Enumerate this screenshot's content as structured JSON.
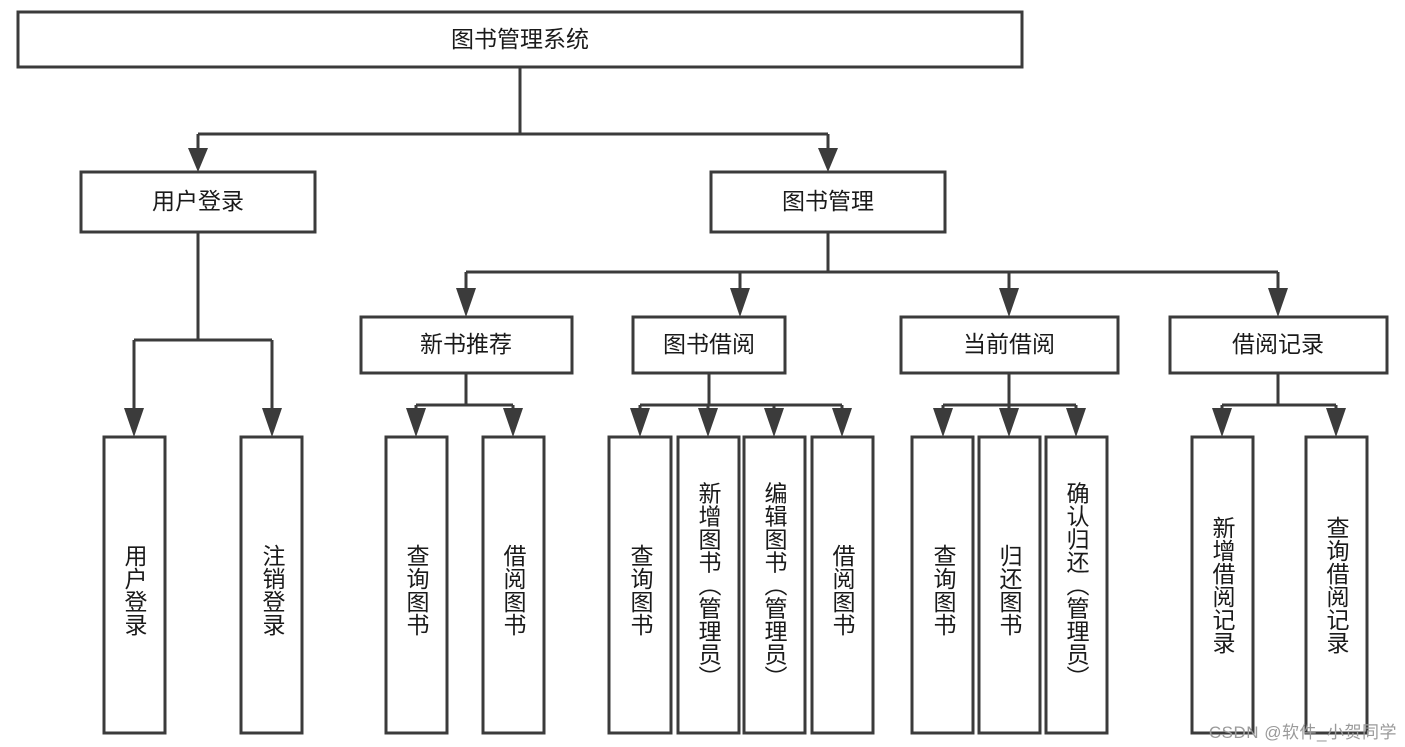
{
  "diagram": {
    "title": "图书管理系统",
    "type": "tree-hierarchy-diagram",
    "watermark": "CSDN @软件_小贺同学",
    "colors": {
      "stroke": "#3b3b3b",
      "fill": "#ffffff",
      "text": "#1a1a1a",
      "watermark": "#9a9a9a"
    },
    "levels": {
      "root": {
        "label": "图书管理系统"
      },
      "level2": [
        {
          "label": "用户登录"
        },
        {
          "label": "图书管理"
        }
      ],
      "level3": [
        {
          "label": "新书推荐"
        },
        {
          "label": "图书借阅"
        },
        {
          "label": "当前借阅"
        },
        {
          "label": "借阅记录"
        }
      ],
      "leaves": {
        "user_login": [
          {
            "label": "用户登录"
          },
          {
            "label": "注销登录"
          }
        ],
        "new_book_recommend": [
          {
            "label": "查询图书"
          },
          {
            "label": "借阅图书"
          }
        ],
        "book_borrow": [
          {
            "label": "查询图书"
          },
          {
            "label": "新增图书（管理员）"
          },
          {
            "label": "编辑图书（管理员）"
          },
          {
            "label": "借阅图书"
          }
        ],
        "current_borrow": [
          {
            "label": "查询图书"
          },
          {
            "label": "归还图书"
          },
          {
            "label": "确认归还（管理员）"
          }
        ],
        "borrow_record": [
          {
            "label": "新增借阅记录"
          },
          {
            "label": "查询借阅记录"
          }
        ]
      }
    }
  }
}
